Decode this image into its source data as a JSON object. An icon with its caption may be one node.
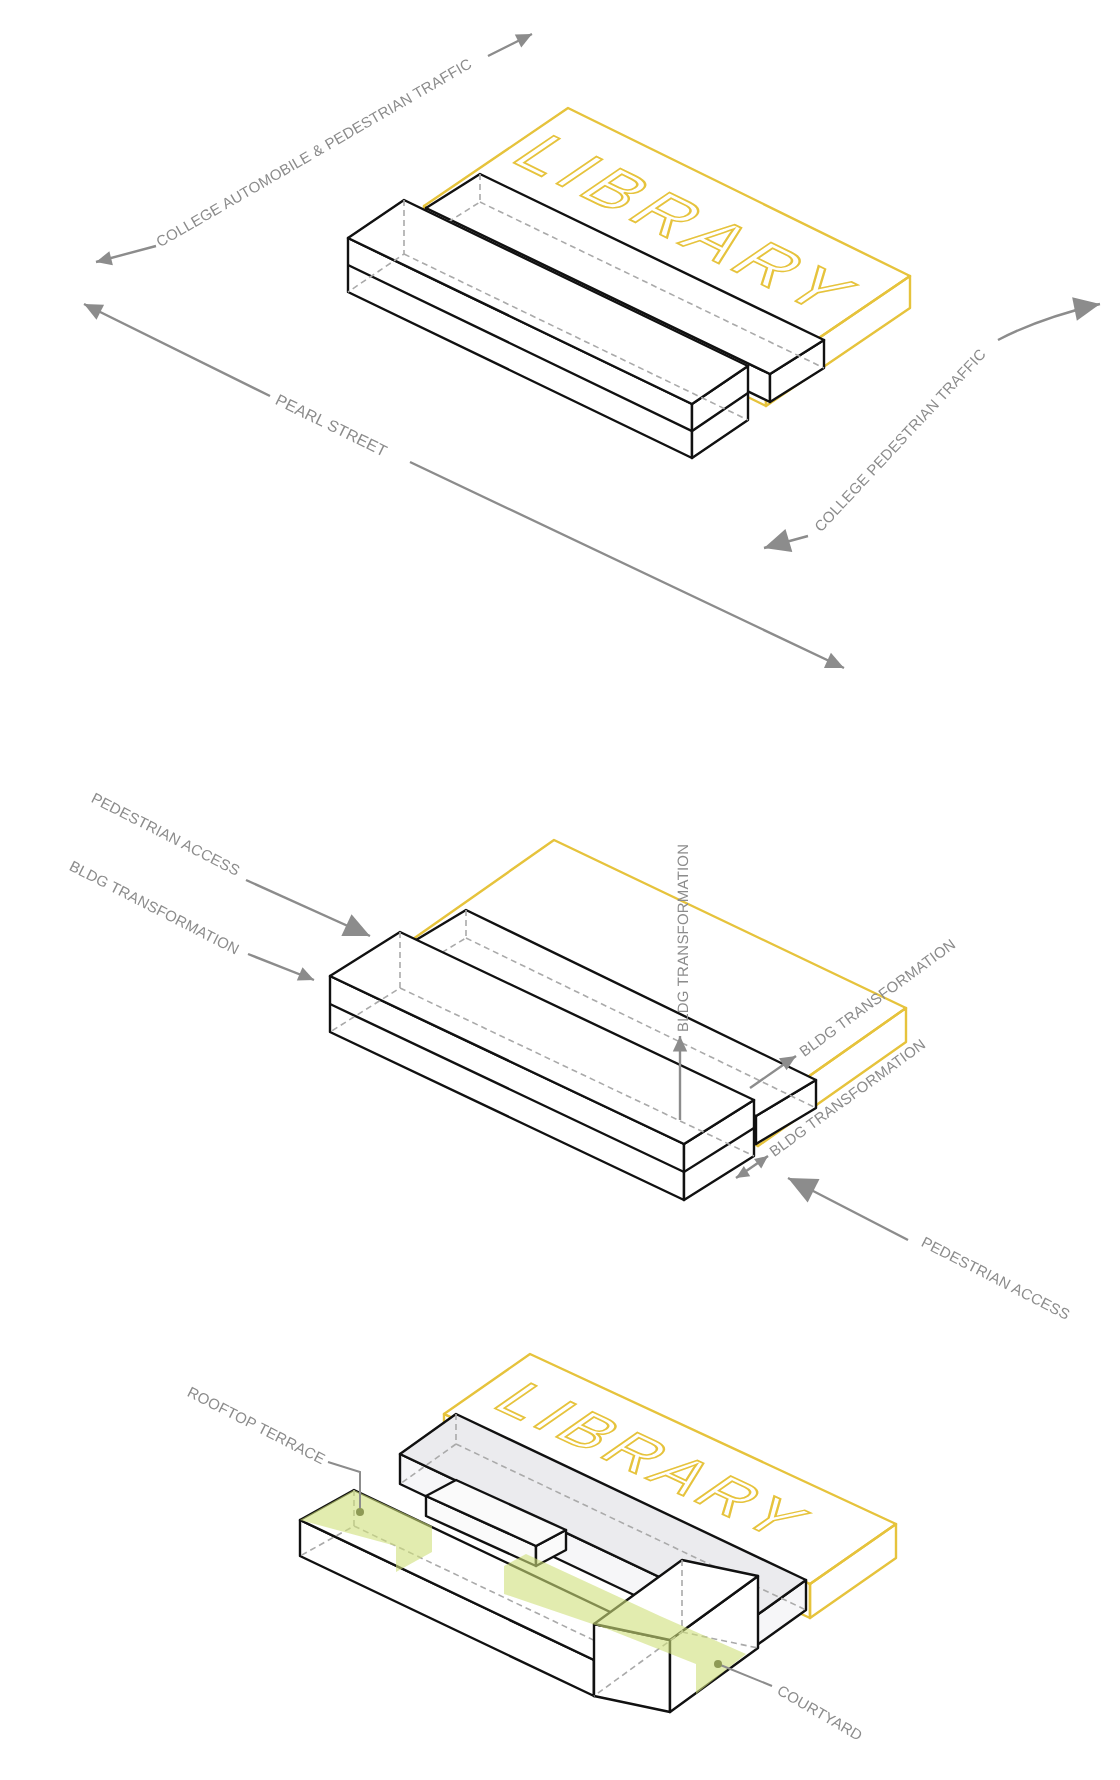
{
  "diagram": {
    "nodes": [
      {
        "text": [
          "ROOFTOP TERRACE"
        ]
      },
      {
        "text": [],
        "shape": "box"
      },
      {
        "text": [
          "COURTYARD"
        ]
      },
      {
        "text": [],
        "shape": "box"
      }
    ],
    "edges": [
      {
        "from": 0,
        "to": 1,
        "arrow": "other"
      },
      {
        "from": 2,
        "to": 3,
        "arrow": "other"
      }
    ],
    "labels": [
      "COLLEGE AUTOMOBILE & PEDESTRIAN TRAFFIC",
      "LIBRARY",
      "PEARL STREET",
      "COLLEGE PEDESTRIAN TRAFFIC",
      "PEDESTRIAN ACCESS",
      "BLDG TRANSFORMATION",
      "BLDG TRANSFORMATION",
      "BLDG TRANSFORMATION",
      "BLDG TRANSFORMATION",
      "PEDESTRIAN ACCESS",
      "LIBRARY"
    ]
  }
}
